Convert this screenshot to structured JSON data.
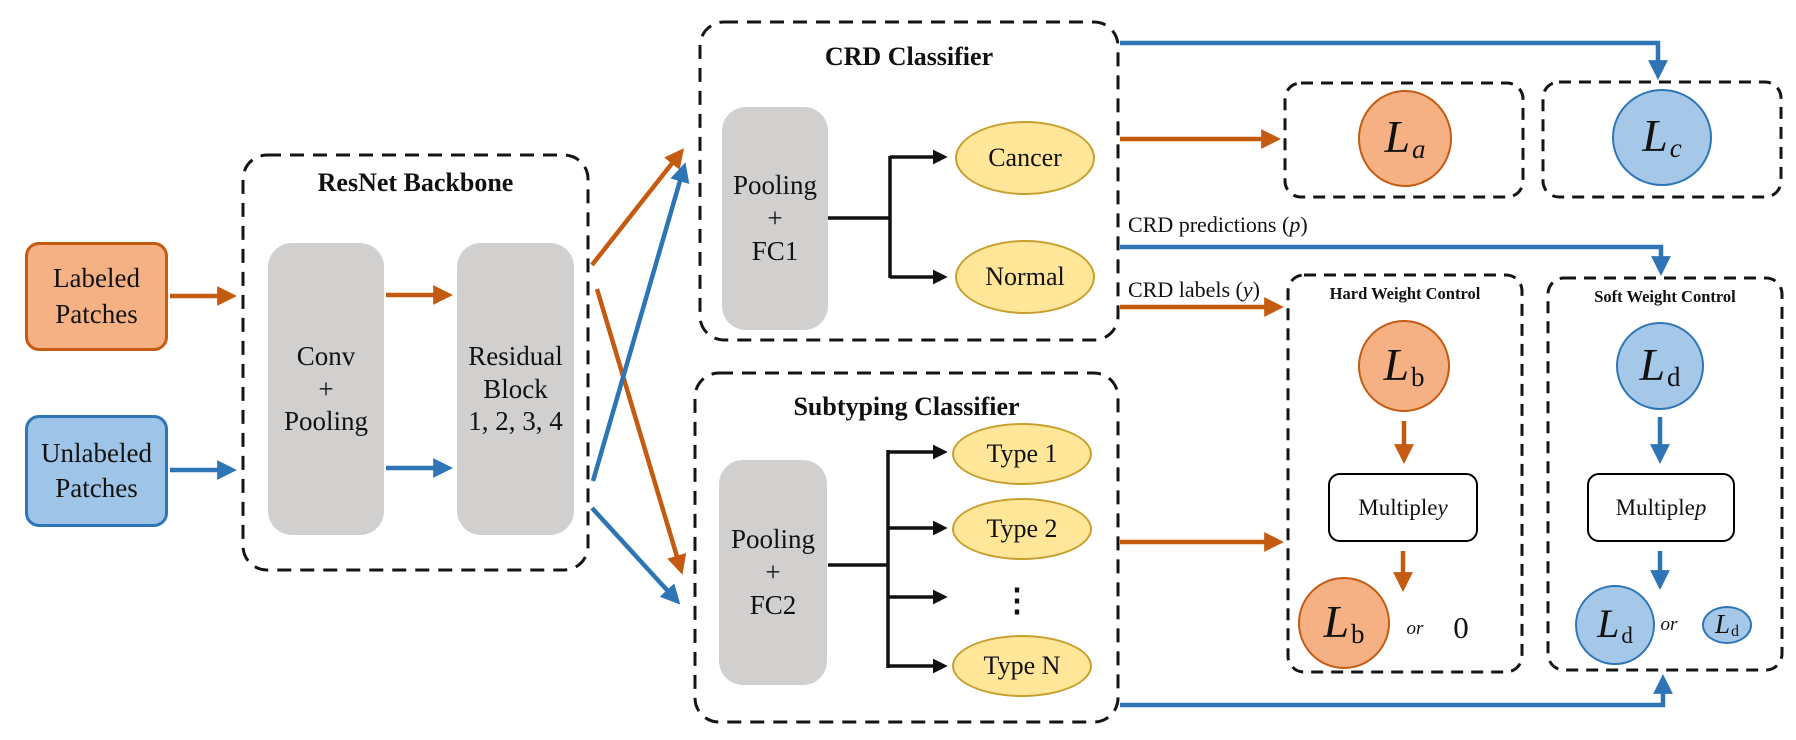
{
  "colors": {
    "orange_line": "#C55A11",
    "orange_fill": "#F5B183",
    "blue_line": "#2E75B6",
    "blue_fill": "#9EC4E7",
    "yellow_fill": "#FFE699",
    "yellow_border": "#C89F2D",
    "gray_fill": "#D2CFCF"
  },
  "inputs": {
    "labeled": "Labeled\nPatches",
    "unlabeled": "Unlabeled\nPatches"
  },
  "backbone": {
    "title": "ResNet Backbone",
    "conv": "Conv\n+\nPooling",
    "residual": "Residual\nBlock\n1, 2, 3, 4"
  },
  "crd": {
    "title": "CRD Classifier",
    "pool": "Pooling\n+\nFC1",
    "outputs": [
      "Cancer",
      "Normal"
    ]
  },
  "subtyping": {
    "title": "Subtyping Classifier",
    "pool": "Pooling\n+\nFC2",
    "outputs": [
      "Type 1",
      "Type 2",
      "Type N"
    ],
    "dots": "⋮"
  },
  "flow_labels": {
    "predictions_prefix": "CRD predictions (",
    "predictions_var": "p",
    "predictions_suffix": ")",
    "labels_prefix": "CRD labels (",
    "labels_var": "y",
    "labels_suffix": ")"
  },
  "losses": {
    "la": {
      "letter": "L",
      "sub": "a"
    },
    "lc": {
      "letter": "L",
      "sub": "c"
    },
    "lb": {
      "letter": "L",
      "sub": "b"
    },
    "ld": {
      "letter": "L",
      "sub": "d"
    }
  },
  "hard_control": {
    "title": "Hard Weight Control",
    "multiply_prefix": "Multiple ",
    "multiply_var": "y",
    "or_label": "or",
    "zero": "0"
  },
  "soft_control": {
    "title": "Soft Weight Control",
    "multiply_prefix": "Multiple ",
    "multiply_var": "p",
    "or_label": "or"
  }
}
